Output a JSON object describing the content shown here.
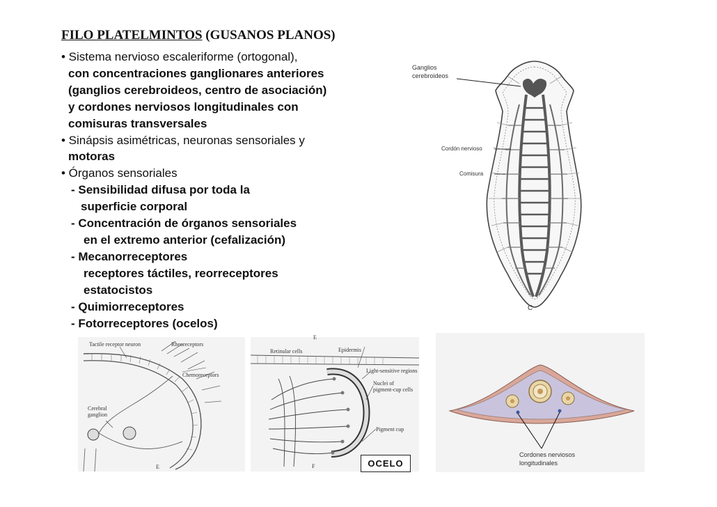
{
  "title": {
    "underlined": "FILO PLATELMINTOS",
    "rest": " (GUSANOS PLANOS)"
  },
  "bullets": [
    "• Sistema nervioso escaleriforme (ortogonal),",
    "con concentraciones ganglionares anteriores",
    "(ganglios cerebroideos, centro de asociación)",
    "y cordones nerviosos longitudinales con",
    "comisuras transversales",
    "• Sinápsis asimétricas, neuronas sensoriales y",
    "motoras",
    "• Órganos sensoriales",
    "- Sensibilidad difusa por toda la",
    "superficie corporal",
    "- Concentración de órganos sensoriales",
    "en el extremo anterior (cefalización)",
    "- Mecanorreceptores",
    "receptores táctiles, reorreceptores",
    "estatocistos",
    "- Quimiorreceptores",
    "- Fotorreceptores (ocelos)"
  ],
  "worm_diagram": {
    "label_ganglios_1": "Ganglios",
    "label_ganglios_2": "cerebroideos",
    "label_cordon": "Cordón nervioso",
    "label_comisura": "Comisura",
    "panel_letter": "C"
  },
  "receptor_diagram": {
    "label_tactile": "Tactile receptor neuron",
    "label_rheoreceptors": "Rheoreceptors",
    "label_chemoreceptors": "Chemoreceptors",
    "label_cerebral_1": "Cerebral",
    "label_cerebral_2": "ganglion",
    "panel_letter": "E"
  },
  "ocelus_diagram": {
    "top_letter": "E",
    "label_retinular": "Retinular cells",
    "label_epidermis": "Epidermis",
    "label_light": "Light-sensitive regions",
    "label_nuclei_1": "Nuclei of",
    "label_nuclei_2": "pigment-cup cells",
    "label_pigment_cup": "Pigment cup",
    "panel_letter": "F",
    "box_label": "OCELO"
  },
  "cross_section": {
    "label_1": "Cordones nerviosos",
    "label_2": "longitudinales"
  },
  "colors": {
    "text": "#111111",
    "nerve": "#5a5a5a",
    "panel_bg": "#f3f3f3",
    "section_pink": "#d9a79a",
    "section_lilac": "#c9c3dd"
  }
}
